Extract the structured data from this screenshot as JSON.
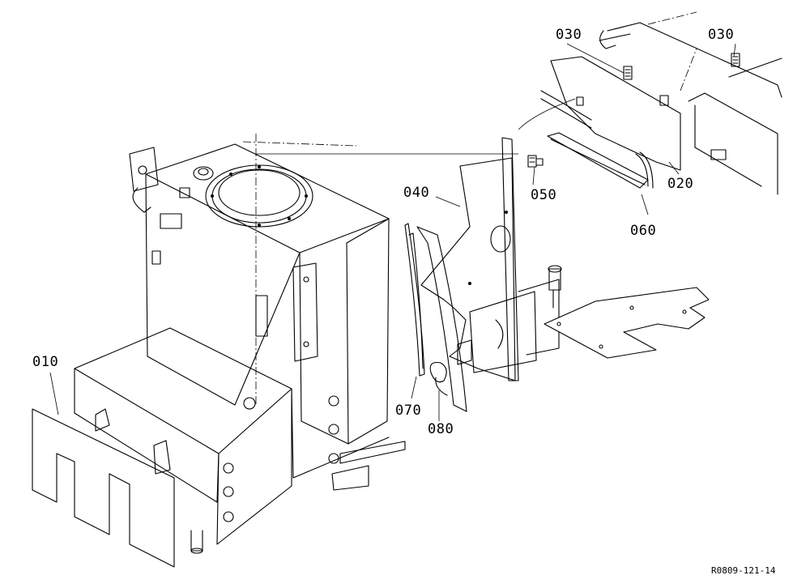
{
  "diagram": {
    "callouts": {
      "p010": "010",
      "p020": "020",
      "p030a": "030",
      "p030b": "030",
      "p040": "040",
      "p050": "050",
      "p060": "060",
      "p070": "070",
      "p080": "080"
    },
    "reference_code": "R0809-121-14"
  }
}
